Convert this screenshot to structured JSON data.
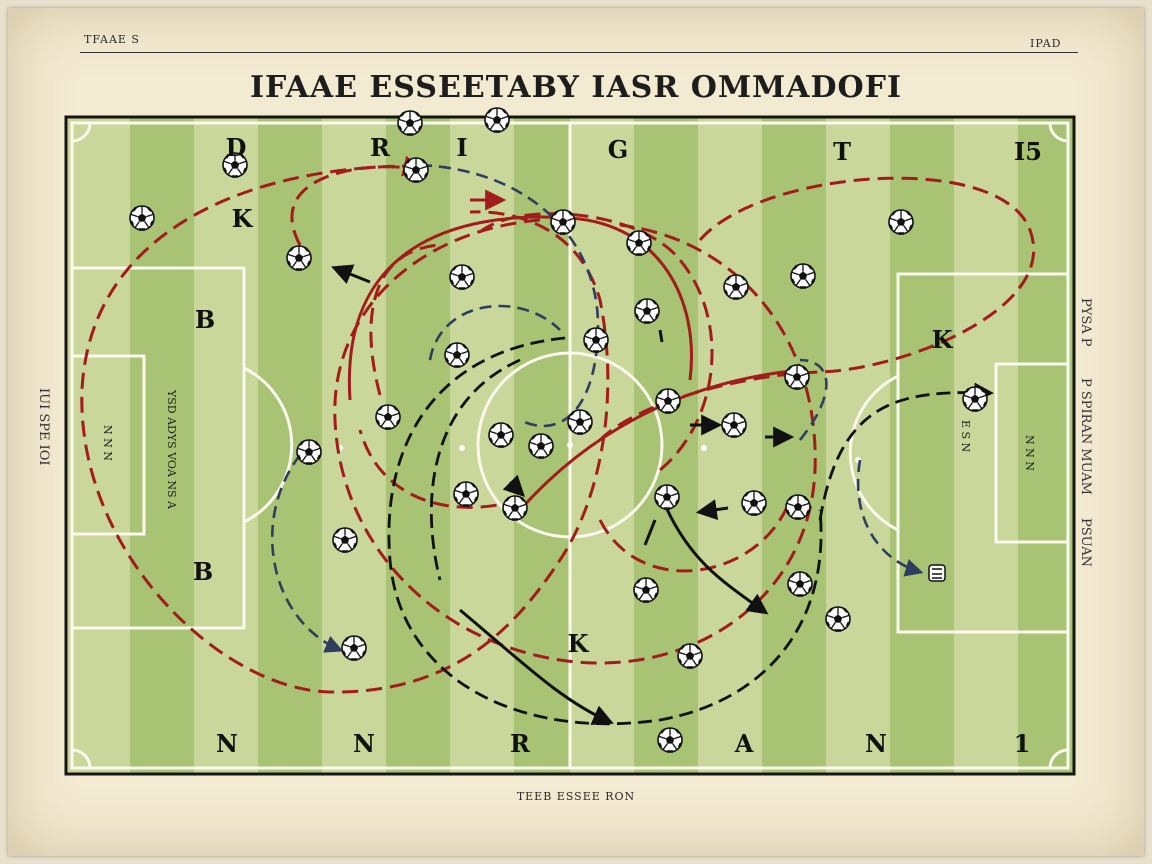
{
  "header": {
    "left_label": "TFAAE S",
    "right_label": "IPAD",
    "title": "IFAAE ESSEETABY IASR OMMADOFI"
  },
  "footer": {
    "caption": "TEEB ESSEE RON"
  },
  "side_labels": {
    "left": "IUI SPE IOI",
    "right_1": "PYSA P",
    "right_2": "P SPIRAN MUAM",
    "right_3": "PSUAN"
  },
  "field": {
    "letters": {
      "top": [
        "D",
        "R",
        "I",
        "G",
        "T",
        "I5"
      ],
      "left_upper": "K",
      "left_box_top": "B",
      "left_box_bottom": "B",
      "right_box": "K",
      "center_bottom": "K",
      "bottom": [
        "N",
        "N",
        "R",
        "A",
        "N",
        "1"
      ]
    },
    "box_notes": {
      "left_goal": "N N N",
      "left_box": "YSD ADYS VOA NS A",
      "right_box": "E S N",
      "right_goal": "N N N"
    }
  },
  "colors": {
    "grass_light": "#c9d79b",
    "grass_dark": "#9fbe6c",
    "red_line": "#a31c1c",
    "navy_line": "#2f3e5e",
    "black_line": "#111111",
    "paper": "#f3ead2"
  }
}
